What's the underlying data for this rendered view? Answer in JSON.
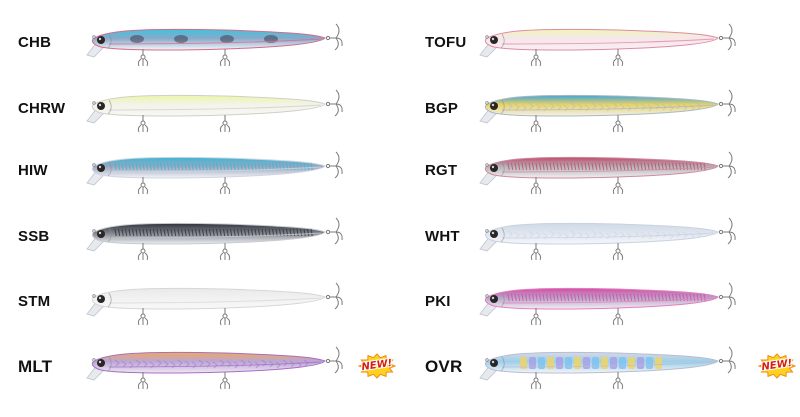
{
  "left_column": [
    {
      "code": "CHB",
      "colors": {
        "back": "#3fc3dc",
        "side": "#8aa9c9",
        "belly": "#f4f6fb",
        "line": "#d86a8a"
      },
      "pattern": "blotch"
    },
    {
      "code": "CHRW",
      "colors": {
        "back": "#eaf7a6",
        "side": "#f3f3ea",
        "belly": "#f7f7f4",
        "line": "#cfd0c8"
      },
      "pattern": "plain"
    },
    {
      "code": "HIW",
      "colors": {
        "back": "#3ab8d6",
        "side": "#9aa7bf",
        "belly": "#f4f4f7",
        "line": "#cfd6e2"
      },
      "pattern": "stripes"
    },
    {
      "code": "SSB",
      "colors": {
        "back": "#2f3238",
        "side": "#7b7f88",
        "belly": "#eef0f3",
        "line": "#c8cbd1"
      },
      "pattern": "stripes"
    },
    {
      "code": "STM",
      "colors": {
        "back": "#e9e9e9",
        "side": "#f1f1f1",
        "belly": "#f8f8f8",
        "line": "#d7d7d7"
      },
      "pattern": "plain"
    },
    {
      "code": "MLT",
      "colors": {
        "back": "#f0a85c",
        "side": "#b9a6d8",
        "belly": "#f3e7f1",
        "line": "#a56fc5"
      },
      "pattern": "holo",
      "badge": "NEW!"
    }
  ],
  "right_column": [
    {
      "code": "TOFU",
      "colors": {
        "back": "#eef5b8",
        "side": "#f6e6ec",
        "belly": "#f8f0f3",
        "line": "#e08aa5"
      },
      "pattern": "plain"
    },
    {
      "code": "BGP",
      "colors": {
        "back": "#3fa5d8",
        "side": "#e9d267",
        "belly": "#f1f1ee",
        "line": "#a8b9c8"
      },
      "pattern": "holo"
    },
    {
      "code": "RGT",
      "colors": {
        "back": "#c04a6a",
        "side": "#b5b3b7",
        "belly": "#f3eef0",
        "line": "#cf8aa0"
      },
      "pattern": "stripes"
    },
    {
      "code": "WHT",
      "colors": {
        "back": "#cfd9e6",
        "side": "#dfe5ef",
        "belly": "#f4f6fa",
        "line": "#c9d2df"
      },
      "pattern": "holo"
    },
    {
      "code": "PKI",
      "colors": {
        "back": "#d84aa6",
        "side": "#b7a3c6",
        "belly": "#f2eef4",
        "line": "#e27fbf"
      },
      "pattern": "stripes"
    },
    {
      "code": "OVR",
      "colors": {
        "back": "#d8d9e6",
        "side": "#9bcfe9",
        "belly": "#f4f4f8",
        "line": "#b9bdd0",
        "dots": [
          "#f0d465",
          "#a9a0e8",
          "#7fc3ef"
        ]
      },
      "pattern": "dots",
      "badge": "NEW!"
    }
  ]
}
